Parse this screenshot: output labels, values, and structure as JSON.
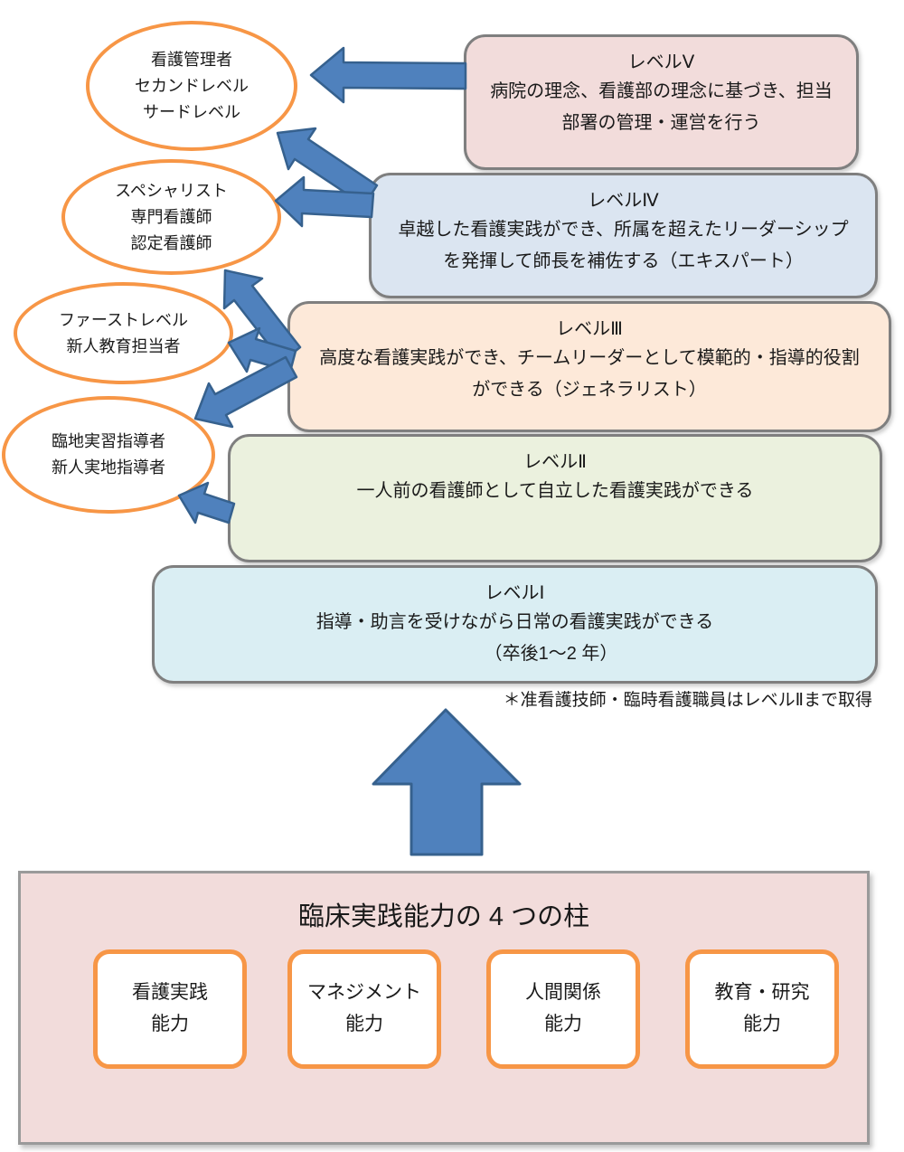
{
  "levels": [
    {
      "title": "レベルⅤ",
      "lines": [
        "病院の理念、看護部の理念に基づき、担当",
        "部署の管理・運営を行う"
      ]
    },
    {
      "title": "レベルⅣ",
      "lines": [
        "卓越した看護実践ができ、所属を超えたリーダーシップ",
        "を発揮して師長を補佐する（エキスパート）"
      ]
    },
    {
      "title": "レベルⅢ",
      "lines": [
        "高度な看護実践ができ、チームリーダーとして模範的・指導的役割",
        "ができる（ジェネラリスト）"
      ]
    },
    {
      "title": "レベルⅡ",
      "lines": [
        "一人前の看護師として自立した看護実践ができる"
      ]
    },
    {
      "title": "レベルⅠ",
      "lines": [
        "指導・助言を受けながら日常の看護実践ができる"
      ],
      "sub": "（卒後1～2 年）"
    }
  ],
  "ellipses": [
    {
      "lines": [
        "看護管理者",
        "セカンドレベル",
        "サードレベル"
      ]
    },
    {
      "lines": [
        "スペシャリスト",
        "専門看護師",
        "認定看護師"
      ]
    },
    {
      "lines": [
        "ファーストレベル",
        "新人教育担当者"
      ]
    },
    {
      "lines": [
        "臨地実習指導者",
        "新人実地指導者"
      ]
    }
  ],
  "note": "＊准看護技師・臨時看護職員はレベルⅡまで取得",
  "pillars": {
    "title": "臨床実践能力の 4 つの柱",
    "items": [
      [
        "看護実践",
        "能力"
      ],
      [
        "マネジメント",
        "能力"
      ],
      [
        "人間関係",
        "能力"
      ],
      [
        "教育・研究",
        "能力"
      ]
    ]
  },
  "colors": {
    "level5_bg": "#f2dcdb",
    "level4_bg": "#dbe5f1",
    "level3_bg": "#fde9d9",
    "level2_bg": "#ebf1de",
    "level1_bg": "#daeef3",
    "pillars_bg": "#f2dcdb",
    "box_border": "#7f7f7f",
    "ellipse_border": "#f79646",
    "arrow_fill": "#4f81bd",
    "arrow_stroke": "#36618e"
  }
}
